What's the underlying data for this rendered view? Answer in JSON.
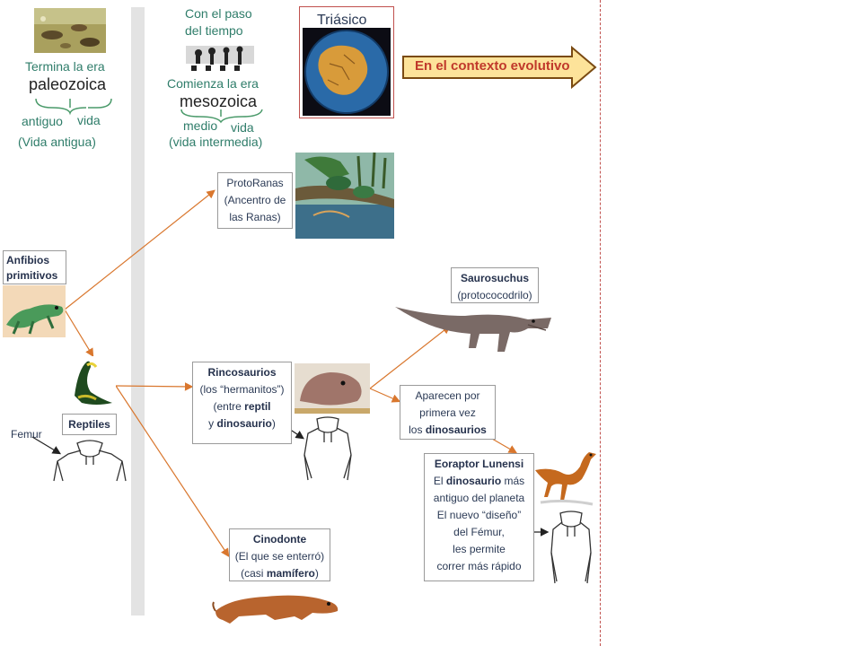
{
  "header": {
    "termina": "Termina la era",
    "paleozoica": "paleozoica",
    "antiguo": "antiguo",
    "vida1": "vida",
    "vida_antigua": "(Vida antigua)",
    "con_el_paso_1": "Con el paso",
    "con_el_paso_2": "del tiempo",
    "comienza": "Comienza la era",
    "mesozoica": "mesozoica",
    "medio": "medio",
    "vida2": "vida",
    "vida_intermedia": "(vida intermedia)",
    "triasico": "Triásico",
    "contexto": "En el contexto evolutivo"
  },
  "boxes": {
    "anfibios": [
      "Anfibios",
      "primitivos"
    ],
    "reptiles": "Reptiles",
    "femur": "Femur",
    "protoranas": [
      "ProtoRanas",
      "(Ancentro de",
      "las Ranas)"
    ],
    "rincosaurios": {
      "title": "Rincosaurios",
      "l2": "(los “hermanitos”)",
      "l3a": "(entre ",
      "l3b": "reptil",
      "l4a": "y ",
      "l4b": "dinosaurio",
      "l4c": ")"
    },
    "cinodonte": {
      "title": "Cinodonte",
      "l2": "(El que se enterró)",
      "l3a": "(casi ",
      "l3b": "mamífero",
      "l3c": ")"
    },
    "saurosuchus": {
      "title": "Saurosuchus",
      "l2": "(protococodrilo)"
    },
    "aparecen": {
      "l1": "Aparecen por",
      "l2": "primera vez",
      "l3a": "los ",
      "l3b": "dinosaurios"
    },
    "eoraptor": {
      "title": "Eoraptor Lunensi",
      "l2a": "El ",
      "l2b": "dinosaurio",
      "l2c": " más",
      "l3": "antiguo del planeta",
      "l4": "El nuevo “diseño”",
      "l5": "del Fémur,",
      "l6": "les permite",
      "l7": "correr más rápido"
    }
  },
  "colors": {
    "arrow": "#d9772e",
    "brace": "#4a9a6a",
    "triassic_border": "#c0504d",
    "context_fill": "#fde39a",
    "context_text": "#c0392b"
  }
}
